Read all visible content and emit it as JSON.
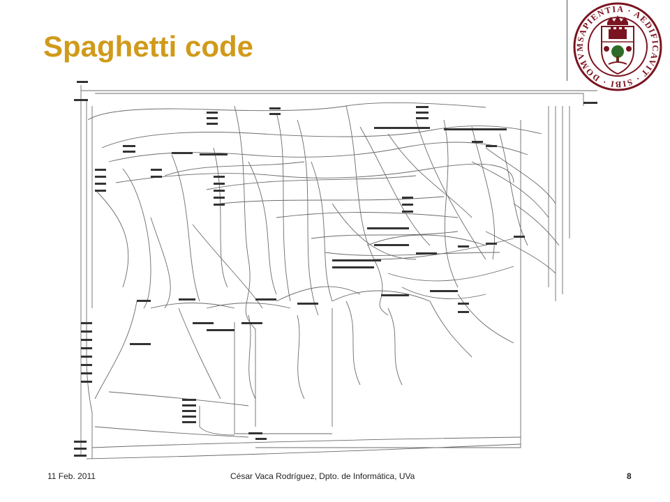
{
  "slide": {
    "title": "Spaghetti code"
  },
  "logo": {
    "icon": "university-seal-icon",
    "seal_text": "SAPIENTIA · AEDIFICAVIT · SIBI · DOMVM",
    "colors": {
      "ink": "#7a1420",
      "tree": "#2e6b2a"
    }
  },
  "diagram": {
    "icon": "control-flow-graph",
    "line_color": "#666666"
  },
  "footer": {
    "date": "11 Feb. 2011",
    "author": "César Vaca Rodríguez, Dpto. de Informática, UVa",
    "page": "8"
  },
  "theme": {
    "title_color": "#d09a1a"
  }
}
